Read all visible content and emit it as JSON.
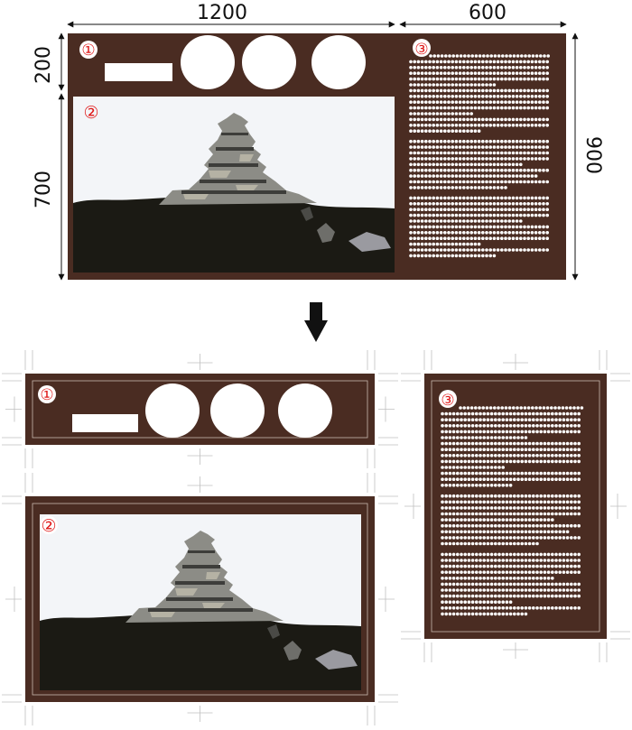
{
  "dimensions": {
    "width_main": "1200",
    "width_side": "600",
    "height_top": "200",
    "height_bottom": "700",
    "height_total": "900"
  },
  "panels": [
    {
      "id": "panel-1",
      "marker": "①"
    },
    {
      "id": "panel-2",
      "marker": "②"
    },
    {
      "id": "panel-3",
      "marker": "③"
    }
  ],
  "colors": {
    "board": "#4a2c22",
    "marker_text": "#e01a1a",
    "photo_sky": "#f3f5f8",
    "ground": "#1b1a14",
    "castle": "#8c8c86",
    "text_dots": "#ffffff"
  },
  "icons": {
    "arrow": "down-arrow-icon"
  }
}
